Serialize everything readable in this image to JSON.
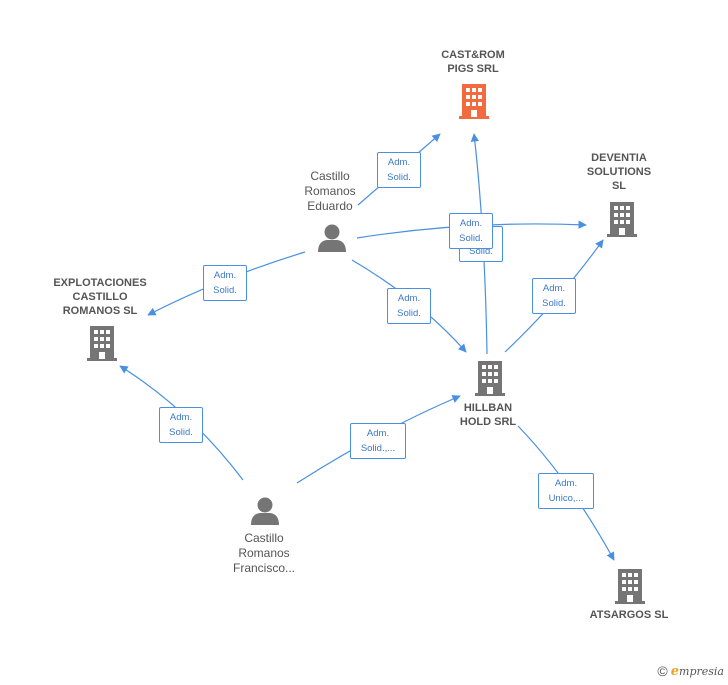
{
  "colors": {
    "edge": "#4a90e2",
    "main_company": "#f26a3d",
    "node": "#757575"
  },
  "nodes": {
    "castrom": {
      "label": "CAST&ROM\nPIGS SRL",
      "kind": "company",
      "main": true,
      "icon": "building-icon"
    },
    "deventia": {
      "label": "DEVENTIA\nSOLUTIONS\nSL",
      "kind": "company",
      "icon": "building-icon"
    },
    "explotaciones": {
      "label": "EXPLOTACIONES\nCASTILLO\nROMANOS  SL",
      "kind": "company",
      "icon": "building-icon"
    },
    "hillban": {
      "label": "HILLBAN\nHOLD SRL",
      "kind": "company",
      "icon": "building-icon"
    },
    "atsargos": {
      "label": "ATSARGOS  SL",
      "kind": "company",
      "icon": "building-icon"
    },
    "eduardo": {
      "label": "Castillo\nRomanos\nEduardo",
      "kind": "person",
      "icon": "person-icon"
    },
    "francisco": {
      "label": "Castillo\nRomanos\nFrancisco...",
      "kind": "person",
      "icon": "person-icon"
    }
  },
  "edge_labels": {
    "e1": "Adm.\nSolid.",
    "e2": "Adm.\nSolid.",
    "e3": "Adm.\nSolid.",
    "e4": "Adm.\nSolid.",
    "e5": "Adm.\nSolid.",
    "e6": "Adm.\nSolid.",
    "e7": "Adm.\nSolid.",
    "e8": "Adm.\nSolid.,...",
    "e9": "Adm.\nUnico,..."
  },
  "footer": {
    "copyright": "©",
    "brand": "mpresia",
    "brand_initial": "e"
  }
}
